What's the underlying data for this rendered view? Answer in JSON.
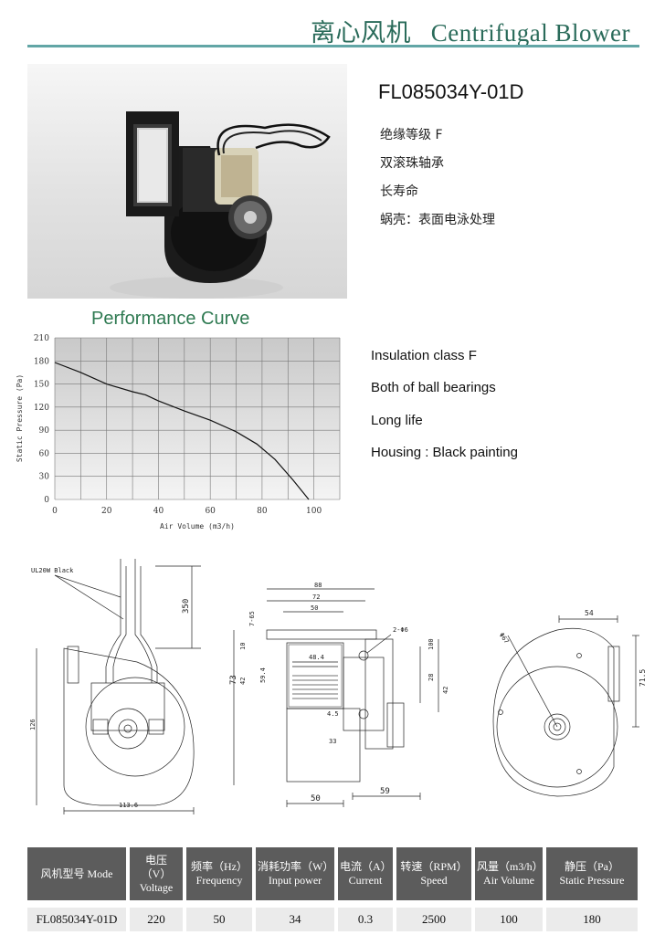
{
  "header": {
    "title_zh": "离心风机",
    "title_en": "Centrifugal Blower"
  },
  "product": {
    "model": "FL085034Y-01D",
    "features_zh": [
      "绝缘等级  F",
      "双滚珠轴承",
      "长寿命",
      "蜗壳：表面电泳处理"
    ],
    "features_en": [
      "Insulation class   F",
      "Both of ball bearings",
      "Long life",
      "Housing : Black painting"
    ]
  },
  "curve_title": "Performance Curve",
  "chart_data": {
    "type": "line",
    "title": "Performance Curve",
    "xlabel": "Air Volume  (m3/h)",
    "ylabel": "Static Pressure (Pa)",
    "xlim": [
      0,
      110
    ],
    "ylim": [
      0,
      210
    ],
    "x_ticks": [
      0,
      20,
      40,
      60,
      80,
      100
    ],
    "y_ticks": [
      0,
      30,
      60,
      90,
      120,
      150,
      180,
      210
    ],
    "grid": true,
    "series": [
      {
        "x": [
          0,
          10,
          20,
          30,
          35,
          40,
          50,
          60,
          70,
          78,
          85,
          92,
          98
        ],
        "y": [
          178,
          165,
          150,
          140,
          136,
          128,
          115,
          103,
          88,
          72,
          52,
          25,
          0
        ]
      }
    ]
  },
  "drawings": {
    "side": {
      "wire_label": "UL20W Black",
      "dim_wire": "350",
      "dim_width": "113.6",
      "dim_height": "126"
    },
    "front": {
      "dim_overall": "88",
      "dim_mid": "72",
      "dim_inner": "50",
      "dim_outlet": "48.4",
      "dim_height": "73",
      "dim_left_a": "7-65",
      "dim_left_b": "10",
      "dim_left_c": "42",
      "dim_left_d": "59.4",
      "dim_right_a": "100",
      "dim_right_b": "28",
      "dim_right_c": "42",
      "hole_label": "2-Φ6",
      "dim_small": "4.5",
      "dim_lower": "33",
      "dim_bottom_left": "50",
      "dim_bottom_right": "59"
    },
    "back": {
      "dim_diameter": "Φ67",
      "dim_width": "54",
      "dim_height": "71.5"
    }
  },
  "table": {
    "headers": [
      {
        "zh": "风机型号  Mode",
        "en": ""
      },
      {
        "zh": "电压",
        "sub": "（V）",
        "en": "Voltage"
      },
      {
        "zh": "频率（Hz）",
        "en": "Frequency"
      },
      {
        "zh": "消耗功率（W）",
        "en": "Input power"
      },
      {
        "zh": "电流（A）",
        "en": "Current"
      },
      {
        "zh": "转速（RPM）",
        "en": "Speed"
      },
      {
        "zh": "风量（m3/h）",
        "en": "Air Volume"
      },
      {
        "zh": "静压（Pa）",
        "en": "Static Pressure"
      }
    ],
    "row": [
      "FL085034Y-01D",
      "220",
      "50",
      "34",
      "0.3",
      "2500",
      "100",
      "180"
    ]
  },
  "colors": {
    "header_text": "#2a6b5a",
    "header_line": "#62a6a6",
    "curve_title": "#2f7a52",
    "table_header_bg": "#5c5c5c",
    "table_row_bg": "#ebebeb"
  }
}
